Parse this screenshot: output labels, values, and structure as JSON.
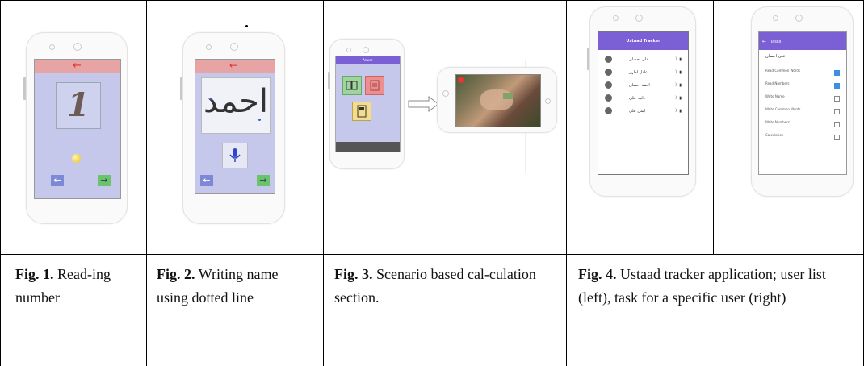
{
  "figures": [
    {
      "label": "Fig. 1.",
      "text": "Read-ing number"
    },
    {
      "label": "Fig. 2.",
      "text": "Writing name using dotted line"
    },
    {
      "label": "Fig. 3.",
      "text": "Scenario based cal-culation section."
    },
    {
      "label": "Fig. 4.",
      "text": "Ustaad tracker application; user list (left), task for a specific user (right)"
    }
  ],
  "fig1": {
    "digit": "1",
    "back_arrow": "←",
    "prev": "←",
    "next": "→"
  },
  "fig2": {
    "name": "احمد",
    "back_arrow": "←",
    "prev": "←",
    "next": "→"
  },
  "fig3": {
    "app_bar": "Anwar"
  },
  "fig4_left": {
    "title": "Ustaad Tracker",
    "users": [
      "علی احسان",
      "عادل اطہر",
      "احمد احسان",
      "دانیہ علی",
      "ایمن علی"
    ]
  },
  "fig4_right": {
    "title": "Tasks",
    "user": "علی احسان",
    "tasks": [
      {
        "label": "Read Common Words",
        "checked": true
      },
      {
        "label": "Read Numbers",
        "checked": true
      },
      {
        "label": "Write Name",
        "checked": false
      },
      {
        "label": "Write Common Words",
        "checked": false
      },
      {
        "label": "Write Numbers",
        "checked": false
      },
      {
        "label": "Calculation",
        "checked": false
      }
    ]
  },
  "colors": {
    "purple": "#7b5fd4",
    "lavender": "#c5c8ea",
    "pink": "#e7a4a4",
    "checkbox": "#3f8fe0"
  }
}
